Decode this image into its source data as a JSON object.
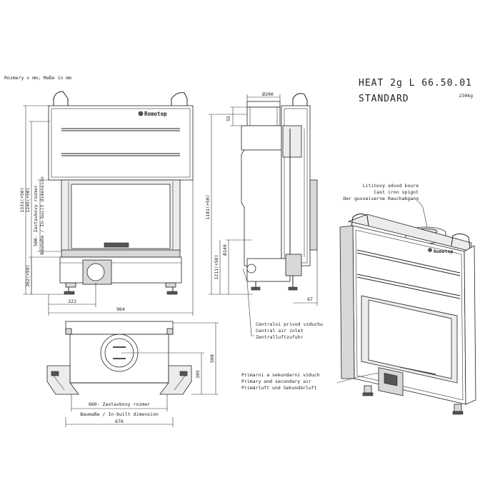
{
  "header": {
    "units_note": "Rozmery v mm; Maße in mm",
    "model": "HEAT 2g L 66.50.01",
    "variant": "STANDARD",
    "weight": "230kg"
  },
  "brand": "Romotop",
  "dimensions": {
    "height_total": "1331(+50)",
    "height_builtin": "1245(+50)",
    "builtin_500": "500- Zastavbovy rozmer",
    "builtin_500_de": "Baumaße / In-built dimension",
    "height_262": "262(+50)",
    "width_322": "322",
    "width_964": "964",
    "side_200": "Ø200",
    "side_55": "55",
    "side_1181": "1181(+50)",
    "side_149": "Ø149",
    "side_1211": "1211(+50)",
    "side_67": "67",
    "plan_508": "508",
    "plan_305": "305",
    "plan_660": "660- Zastavboxy rozmer",
    "plan_660_de": "Baumaße / In-built dimension",
    "plan_676": "676"
  },
  "labels": {
    "flue_cz": "Litinový odvod koure",
    "flue_en": "Cast iron spigot",
    "flue_de": "Der gusseiserne Rauchabgang",
    "central_cz": "Centralni privod vzduchu",
    "central_en": "Central air inlet",
    "central_de": "Zentralluftzufuhr",
    "primary_cz": "Primarni a sekundarni vzduch",
    "primary_en": "Primary and secondary air",
    "primary_de": "Primärluft und Sekundärluft"
  }
}
